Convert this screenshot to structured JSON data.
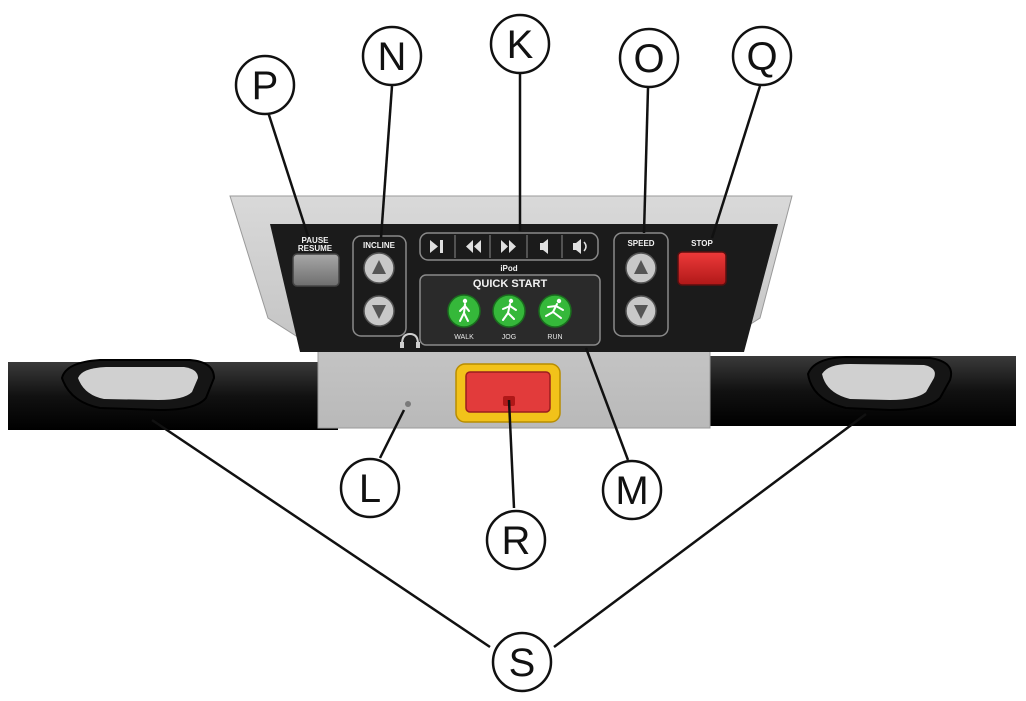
{
  "console": {
    "pause_resume_line1": "PAUSE",
    "pause_resume_line2": "RESUME",
    "incline_label": "INCLINE",
    "speed_label": "SPEED",
    "stop_label": "STOP",
    "ipod_label": "iPod",
    "quick_start_label": "QUICK START",
    "modes": [
      {
        "label": "WALK",
        "icon": "walk-icon"
      },
      {
        "label": "JOG",
        "icon": "jog-icon"
      },
      {
        "label": "RUN",
        "icon": "run-icon"
      }
    ],
    "media_buttons": [
      "play-pause-icon",
      "rewind-icon",
      "fast-forward-icon",
      "volume-down-icon",
      "volume-up-icon"
    ],
    "colors": {
      "pause_button": "#8c8c8c",
      "stop_button": "#d42a2a",
      "emergency_button": "#e23b3b",
      "emergency_frame": "#f2c21a",
      "mode_circle": "#35b83a"
    }
  },
  "callouts": {
    "P": "P",
    "N": "N",
    "K": "K",
    "O": "O",
    "Q": "Q",
    "L": "L",
    "R": "R",
    "M": "M",
    "S": "S"
  }
}
